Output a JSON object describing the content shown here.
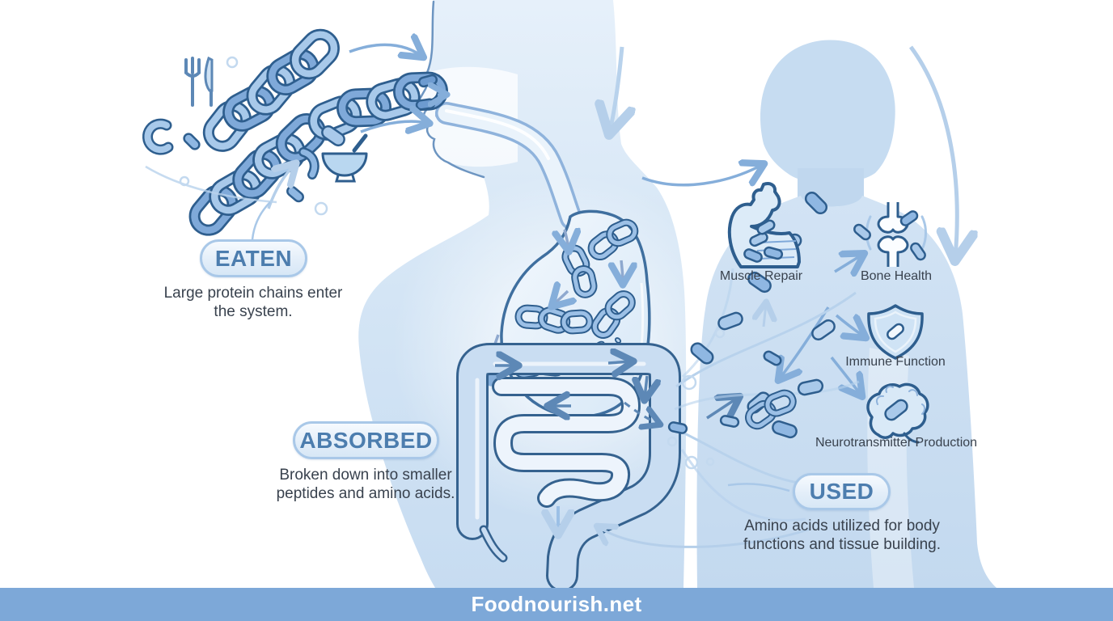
{
  "watermark": "Foodnourish.net",
  "stages": {
    "eaten": {
      "label": "EATEN",
      "description": "Large protein chains enter the system."
    },
    "absorbed": {
      "label": "ABSORBED",
      "description": "Broken down into smaller peptides and amino acids."
    },
    "used": {
      "label": "USED",
      "description": "Amino acids utilized for body functions and tissue building."
    }
  },
  "benefits": [
    {
      "label": "Muscle Repair",
      "icon": "bicep-icon"
    },
    {
      "label": "Bone Health",
      "icon": "bone-joint-icon"
    },
    {
      "label": "Immune Function",
      "icon": "shield-icon"
    },
    {
      "label": "Neurotransmitter Production",
      "icon": "brain-icon"
    }
  ],
  "colors": {
    "outline_dark": "#2e5e8e",
    "chain_light": "#a8c9ea",
    "chain_mid": "#7fa9d9",
    "body_fill": "#cfe2f4",
    "badge_border": "#a9c8e8",
    "badge_text": "#4c7dae",
    "text_dark": "#39424e",
    "footer_bg": "#7da8d8",
    "footer_text": "#ffffff"
  }
}
